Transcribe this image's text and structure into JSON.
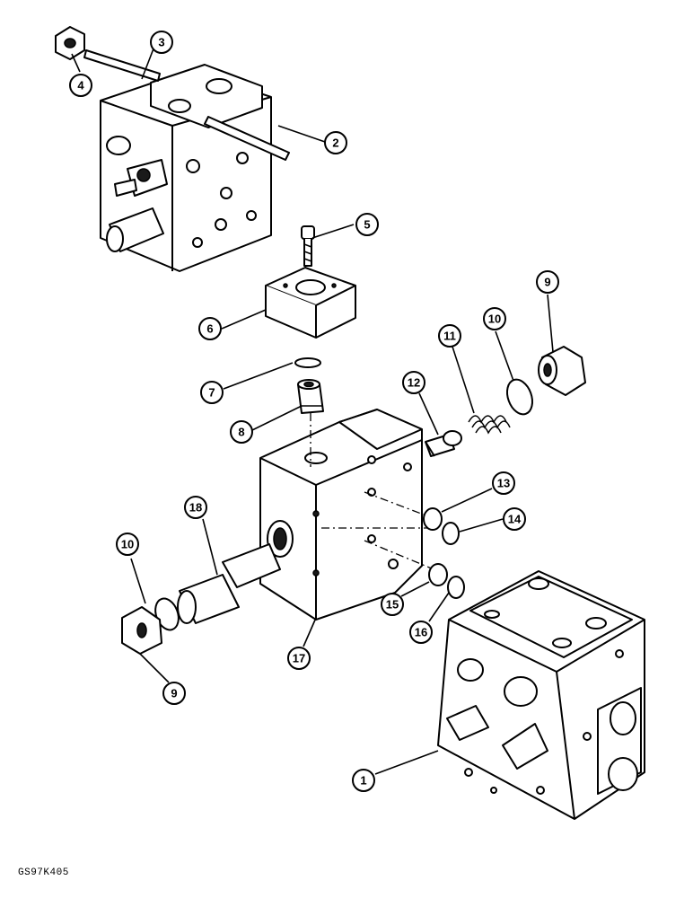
{
  "figure_code": "GS97K405",
  "callouts": [
    {
      "id": "1",
      "label": "1"
    },
    {
      "id": "2",
      "label": "2"
    },
    {
      "id": "3",
      "label": "3"
    },
    {
      "id": "4",
      "label": "4"
    },
    {
      "id": "5",
      "label": "5"
    },
    {
      "id": "6",
      "label": "6"
    },
    {
      "id": "7",
      "label": "7"
    },
    {
      "id": "8",
      "label": "8"
    },
    {
      "id": "9a",
      "label": "9"
    },
    {
      "id": "9b",
      "label": "9"
    },
    {
      "id": "10a",
      "label": "10"
    },
    {
      "id": "10b",
      "label": "10"
    },
    {
      "id": "11",
      "label": "11"
    },
    {
      "id": "12",
      "label": "12"
    },
    {
      "id": "13",
      "label": "13"
    },
    {
      "id": "14",
      "label": "14"
    },
    {
      "id": "15",
      "label": "15"
    },
    {
      "id": "16",
      "label": "16"
    },
    {
      "id": "17",
      "label": "17"
    },
    {
      "id": "18",
      "label": "18"
    }
  ]
}
